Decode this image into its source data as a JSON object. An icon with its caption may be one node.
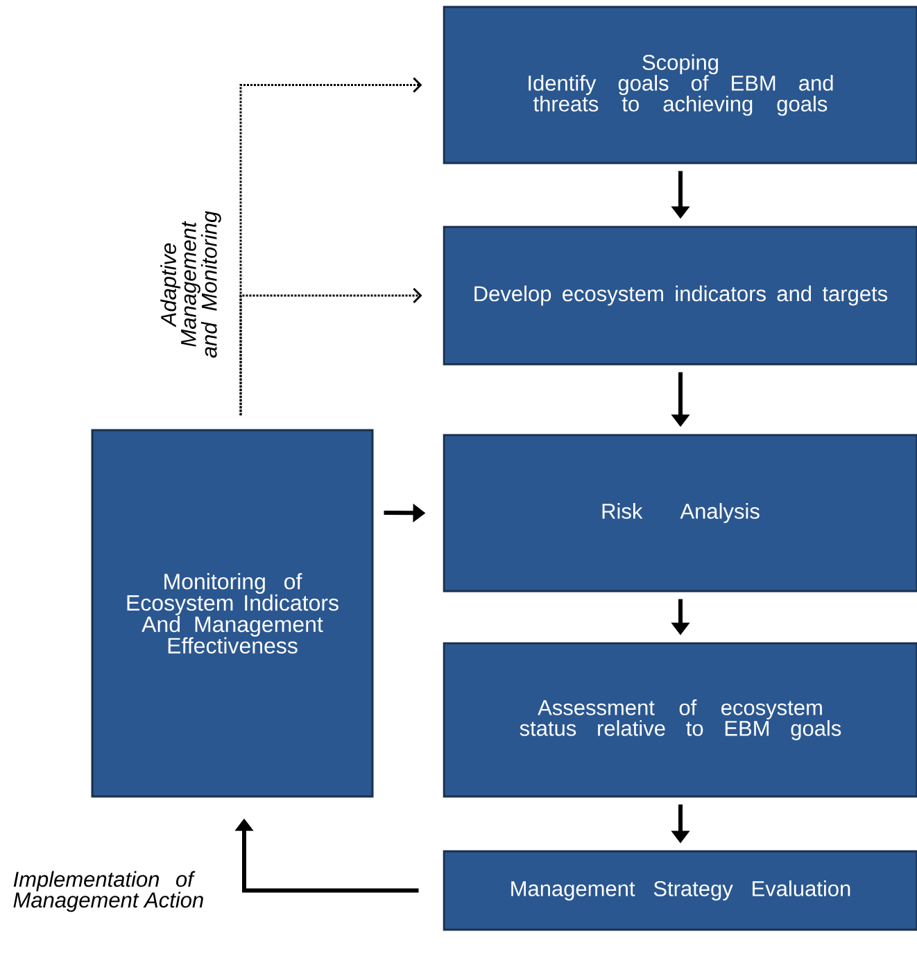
{
  "diagram": {
    "nodes": [
      {
        "text": [
          "Scoping",
          "Identify goals of EBM and threats to achieving goals"
        ]
      },
      {
        "text": [
          "Develop ecosystem indicators and targets"
        ]
      },
      {
        "text": [
          "Risk Analysis"
        ]
      },
      {
        "text": [
          "Assessment of ecosystem status relative to EBM goals"
        ]
      },
      {
        "text": [
          "Management Strategy Evaluation"
        ]
      },
      {
        "text": [
          "Monitoring of Ecosystem Indicators And Management Effectiveness"
        ]
      }
    ],
    "edges": [
      {
        "from": 0,
        "to": 1,
        "arrow": "to"
      },
      {
        "from": 1,
        "to": 2,
        "arrow": "to"
      },
      {
        "from": 2,
        "to": 3,
        "arrow": "to"
      },
      {
        "from": 3,
        "to": 4,
        "arrow": "to"
      },
      {
        "from": 5,
        "to": 2,
        "arrow": "to"
      },
      {
        "from": 4,
        "to": 5,
        "arrow": "to",
        "label": "Implementation of Management Action"
      },
      {
        "from": 5,
        "to": 0,
        "arrow": "to",
        "style": "dashed",
        "label": "Adaptive Management and Monitoring"
      },
      {
        "from": 5,
        "to": 1,
        "arrow": "to",
        "style": "dashed"
      }
    ]
  }
}
